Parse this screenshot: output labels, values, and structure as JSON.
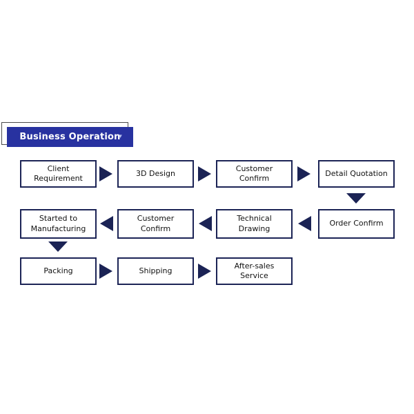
{
  "header": {
    "title": "Business Operation",
    "caret_icon": "▾"
  },
  "colors": {
    "navy_border_arrow": "#1B2355",
    "banner_blue": "#2832A0",
    "banner_text": "#FFFFFF",
    "box_background": "#FFFFFF",
    "box_text": "#111111"
  },
  "flow": {
    "nodes": [
      {
        "label": "Client Requirement"
      },
      {
        "label": "3D Design"
      },
      {
        "label": "Customer Confirm"
      },
      {
        "label": "Detail Quotation"
      },
      {
        "label": "Order Confirm"
      },
      {
        "label": "Technical Drawing"
      },
      {
        "label": "Customer Confirm"
      },
      {
        "label": "Started to Manufacturing"
      },
      {
        "label": "Packing"
      },
      {
        "label": "Shipping"
      },
      {
        "label": "After-sales Service"
      }
    ],
    "sequence": "Client Requirement → 3D Design → Customer Confirm → Detail Quotation → Order Confirm → Technical Drawing → Customer Confirm → Started to Manufacturing → Packing → Shipping → After-sales Service"
  }
}
